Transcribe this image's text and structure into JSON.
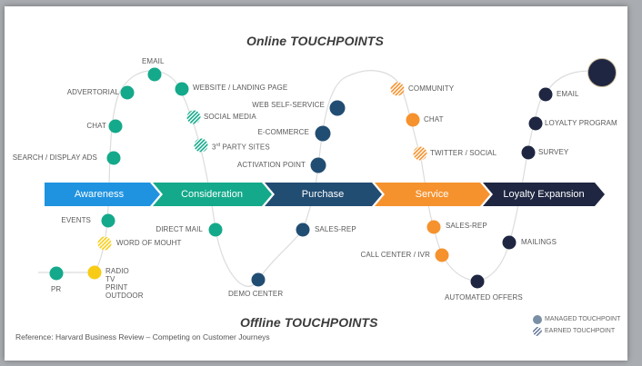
{
  "titles": {
    "online": "Online TOUCHPOINTS",
    "offline": "Offline TOUCHPOINTS"
  },
  "reference": "Reference: Harvard Business Review – Competing on Customer Journeys",
  "colors": {
    "awareness": "#1f93e0",
    "consideration": "#14a98b",
    "purchase": "#224d73",
    "service": "#f5922e",
    "loyalty": "#1e2641",
    "yellow": "#f8cc16",
    "curve": "#d9d9d9",
    "legend_managed": "#7a8ea6",
    "legend_earned": "#5a6e90"
  },
  "stages": [
    {
      "label": "Awareness",
      "color": "#1f93e0"
    },
    {
      "label": "Consideration",
      "color": "#14a98b"
    },
    {
      "label": "Purchase",
      "color": "#224d73"
    },
    {
      "label": "Service",
      "color": "#f5922e"
    },
    {
      "label": "Loyalty Expansion",
      "color": "#1e2641"
    }
  ],
  "touchpoints": {
    "online": [
      {
        "label": "EMAIL",
        "stage": "consideration",
        "type": "managed"
      },
      {
        "label": "ADVERTORIAL",
        "stage": "consideration",
        "type": "managed"
      },
      {
        "label": "WEBSITE / LANDING PAGE",
        "stage": "consideration",
        "type": "managed"
      },
      {
        "label": "CHAT",
        "stage": "consideration",
        "type": "managed"
      },
      {
        "label": "SEARCH / DISPLAY ADS",
        "stage": "consideration",
        "type": "managed"
      },
      {
        "label": "SOCIAL MEDIA",
        "stage": "consideration",
        "type": "earned"
      },
      {
        "label": "3rd PARTY SITES",
        "stage": "consideration",
        "type": "earned"
      },
      {
        "label": "WEB SELF-SERVICE",
        "stage": "purchase",
        "type": "managed"
      },
      {
        "label": "E-COMMERCE",
        "stage": "purchase",
        "type": "managed"
      },
      {
        "label": "ACTIVATION POINT",
        "stage": "purchase",
        "type": "managed"
      },
      {
        "label": "COMMUNITY",
        "stage": "service",
        "type": "earned"
      },
      {
        "label": "CHAT",
        "stage": "service",
        "type": "managed"
      },
      {
        "label": "TWITTER / SOCIAL",
        "stage": "service",
        "type": "earned"
      },
      {
        "label": "EMAIL",
        "stage": "loyalty",
        "type": "managed"
      },
      {
        "label": "LOYALTY PROGRAM",
        "stage": "loyalty",
        "type": "managed"
      },
      {
        "label": "SURVEY",
        "stage": "loyalty",
        "type": "managed"
      }
    ],
    "offline": [
      {
        "label": "EVENTS",
        "stage": "consideration",
        "type": "managed"
      },
      {
        "label": "WORD OF MOUHT",
        "stage": "awareness",
        "type": "earned"
      },
      {
        "label": "PR",
        "stage": "consideration",
        "type": "managed"
      },
      {
        "label": "RADIO\nTV\nPRINT\nOUTDOOR",
        "stage": "awareness",
        "type": "managed"
      },
      {
        "label": "DIRECT MAIL",
        "stage": "consideration",
        "type": "managed"
      },
      {
        "label": "DEMO CENTER",
        "stage": "purchase",
        "type": "managed"
      },
      {
        "label": "SALES-REP",
        "stage": "purchase",
        "type": "managed"
      },
      {
        "label": "SALES-REP",
        "stage": "service",
        "type": "managed"
      },
      {
        "label": "CALL CENTER / IVR",
        "stage": "service",
        "type": "managed"
      },
      {
        "label": "AUTOMATED OFFERS",
        "stage": "loyalty",
        "type": "managed"
      },
      {
        "label": "MAILINGS",
        "stage": "loyalty",
        "type": "managed"
      }
    ]
  },
  "labels": {
    "email1": "EMAIL",
    "advertorial": "ADVERTORIAL",
    "website": "WEBSITE / LANDING PAGE",
    "chat1": "CHAT",
    "search": "SEARCH / DISPLAY ADS",
    "social": "SOCIAL MEDIA",
    "third_party_sup": "rd",
    "third_party_num": "3",
    "third_party_rest": " PARTY SITES",
    "webself": "WEB SELF-SERVICE",
    "ecommerce": "E-COMMERCE",
    "activation": "ACTIVATION POINT",
    "community": "COMMUNITY",
    "chat2": "CHAT",
    "twitter": "TWITTER / SOCIAL",
    "email2": "EMAIL",
    "loyaltyprog": "LOYALTY PROGRAM",
    "survey": "SURVEY",
    "events": "EVENTS",
    "wom": "WORD OF MOUHT",
    "pr": "PR",
    "radio": "RADIO",
    "tv": "TV",
    "print": "PRINT",
    "outdoor": "OUTDOOR",
    "directmail": "DIRECT MAIL",
    "democenter": "DEMO CENTER",
    "salesrep1": "SALES-REP",
    "salesrep2": "SALES-REP",
    "callcenter": "CALL CENTER / IVR",
    "automated": "AUTOMATED OFFERS",
    "mailings": "MAILINGS"
  },
  "legend": {
    "managed": "MANAGED TOUCHPOINT",
    "earned": "EARNED TOUCHPOINT"
  }
}
